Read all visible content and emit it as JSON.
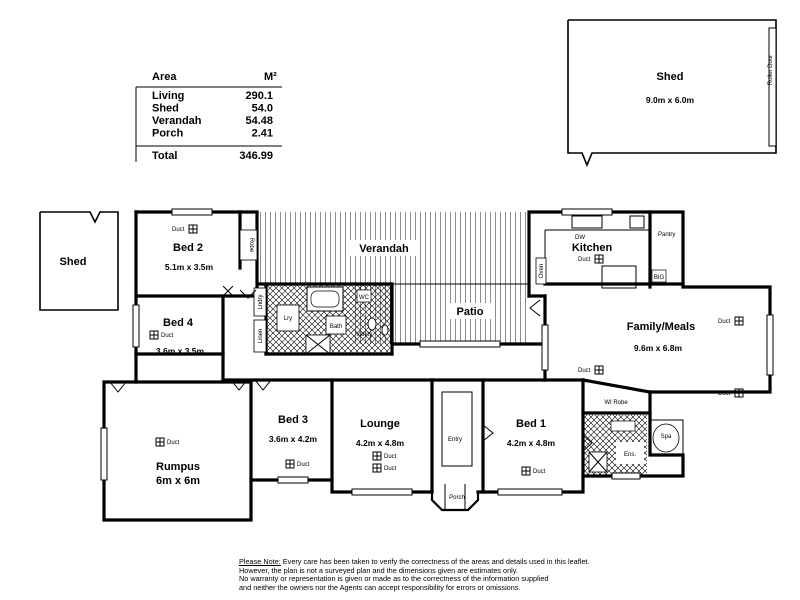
{
  "area_table": {
    "header": "Area",
    "unit": "M²",
    "rows": [
      {
        "label": "Living",
        "value": "290.1"
      },
      {
        "label": "Shed",
        "value": "54.0"
      },
      {
        "label": "Verandah",
        "value": "54.48"
      },
      {
        "label": "Porch",
        "value": "2.41"
      }
    ],
    "total": {
      "label": "Total",
      "value": "346.99"
    }
  },
  "rooms": {
    "shed_main": {
      "name": "Shed",
      "dims": "9.0m x 6.0m",
      "door": "Roller Door"
    },
    "shed_small": {
      "name": "Shed"
    },
    "bed2": {
      "name": "Bed 2",
      "dims": "5.1m x 3.5m",
      "robe": "Robe"
    },
    "bed4": {
      "name": "Bed 4",
      "dims": "3.6m x 3.5m"
    },
    "verandah": {
      "name": "Verandah"
    },
    "patio": {
      "name": "Patio"
    },
    "kitchen": {
      "name": "Kitchen",
      "dw": "DW",
      "oven": "Oven",
      "pantry": "Pantry",
      "bin": "BIG"
    },
    "family": {
      "name": "Family/Meals",
      "dims": "9.6m x 6.8m"
    },
    "rumpus": {
      "name": "Rumpus",
      "dims": "6m x 6m"
    },
    "bed3": {
      "name": "Bed 3",
      "dims": "3.6m x 4.2m"
    },
    "lounge": {
      "name": "Lounge",
      "dims": "4.2m x 4.8m"
    },
    "entry": {
      "name": "Entry"
    },
    "porch": {
      "name": "Porch"
    },
    "bed1": {
      "name": "Bed 1",
      "dims": "4.2m x 4.8m"
    },
    "wir": {
      "name": "WI Robe"
    },
    "ens": {
      "name": "Ens."
    },
    "spa": {
      "name": "Spa"
    },
    "bath": {
      "name": "Bath"
    },
    "lndry": {
      "name": "Lndry"
    },
    "linen": {
      "name": "Linen"
    },
    "lry": {
      "name": "Lry"
    },
    "wc": {
      "name": "WC"
    },
    "vanity": {
      "name": "Vanity"
    }
  },
  "duct_label": "Duct",
  "note": {
    "heading": "Please Note:",
    "text": " Every care has been taken to verify the correctness of the areas and details used in this leaflet.\nHowever, the plan is not a surveyed plan and the dimensions given are estimates only.\nNo warranty or representation is given or made as to the correctness of the information supplied\nand neither the owners nor the Agents can accept responsibility for errors or omissions."
  }
}
